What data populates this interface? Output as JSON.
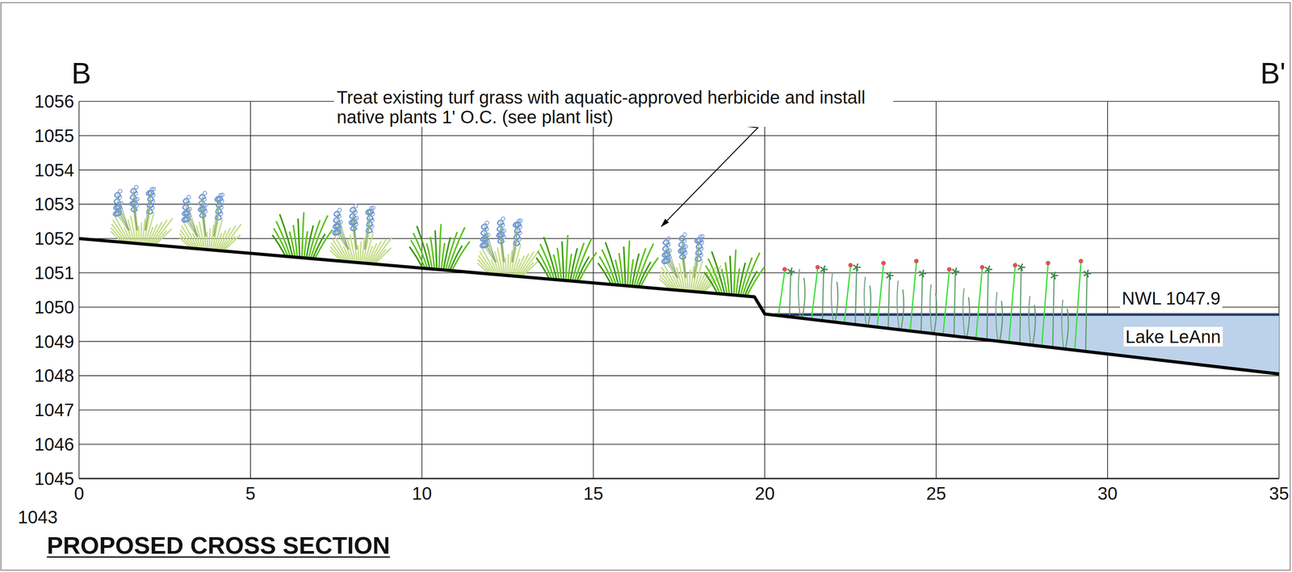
{
  "diagram": {
    "title": "PROPOSED CROSS SECTION",
    "labels": [
      "B",
      "B'",
      "1056",
      "1055",
      "1054",
      "1053",
      "1052",
      "1051",
      "1050",
      "1049",
      "1048",
      "1047",
      "1046",
      "1045",
      "0",
      "5",
      "10",
      "15",
      "20",
      "25",
      "30",
      "35",
      "Treat existing turf grass with aquatic-approved herbicide and install native plants 1' O.C. (see plant list)",
      "NWL 1047.9",
      "Lake LeAnn",
      "1043"
    ]
  }
}
